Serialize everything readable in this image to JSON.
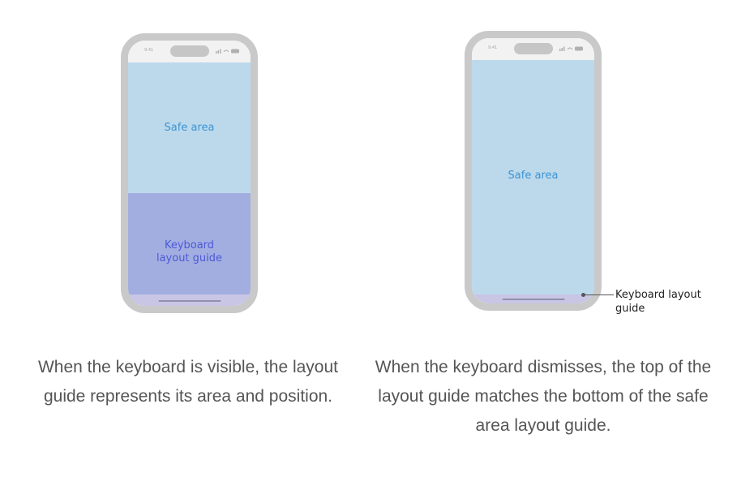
{
  "left_phone": {
    "status_time": "9:41",
    "safe_area_label": "Safe area",
    "keyboard_guide_label_line1": "Keyboard",
    "keyboard_guide_label_line2": "layout guide"
  },
  "right_phone": {
    "status_time": "9:41",
    "safe_area_label": "Safe area"
  },
  "callout": {
    "line1": "Keyboard layout",
    "line2": "guide"
  },
  "captions": {
    "left": "When the keyboard is visible, the layout guide represents its area and position.",
    "right": "When the keyboard dismisses, the top of the layout guide matches the bottom of the safe area layout guide."
  },
  "colors": {
    "safe_area": "#bcd9ec",
    "keyboard_area": "#a2aee0",
    "home_strip": "#c9c5e5",
    "safe_label": "#3d93d2",
    "keyboard_label": "#4d59d6",
    "phone_frame": "#c9c9c9",
    "caption_text": "#555555"
  }
}
